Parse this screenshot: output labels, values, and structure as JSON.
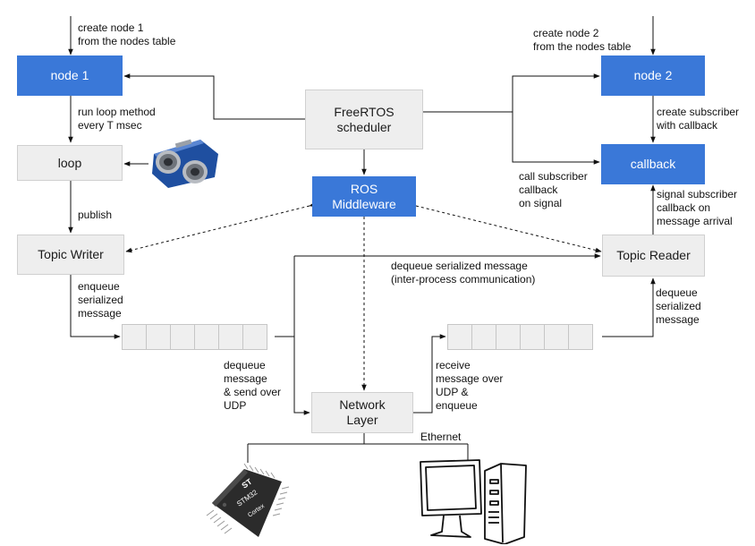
{
  "nodes": {
    "node1": "node 1",
    "node2": "node 2",
    "loop": "loop",
    "callback": "callback",
    "scheduler": "FreeRTOS\nscheduler",
    "middleware": "ROS\nMiddleware",
    "topic_writer": "Topic Writer",
    "topic_reader": "Topic Reader",
    "network_layer": "Network\nLayer"
  },
  "labels": {
    "create_node1": "create node 1\nfrom the nodes table",
    "create_node2": "create node 2\nfrom the nodes table",
    "run_loop": "run loop method\nevery T msec",
    "create_subscriber": "create subscriber\nwith callback",
    "call_subscriber": "call subscriber\ncallback\non signal",
    "signal_subscriber": "signal subscriber\ncallback on\nmessage arrival",
    "publish": "publish",
    "enqueue_serialized": "enqueue\nserialized\nmessage",
    "dequeue_ipc": "dequeue serialized message\n(inter-process communication)",
    "dequeue_serialized": "dequeue\nserialized\nmessage",
    "dequeue_send_udp": "dequeue\nmessage\n& send over\nUDP",
    "receive_udp": "receive\nmessage over\nUDP &\nenqueue",
    "ethernet": "Ethernet"
  },
  "illustrations": {
    "sensor": "ultrasonic-sensor",
    "chip": "stm32-chip",
    "chip_brand": "ST",
    "chip_model": "STM32",
    "chip_core": "Cortex",
    "computer": "desktop-computer"
  },
  "colors": {
    "accent": "#3a78d8",
    "box_grey": "#eeeeee"
  }
}
